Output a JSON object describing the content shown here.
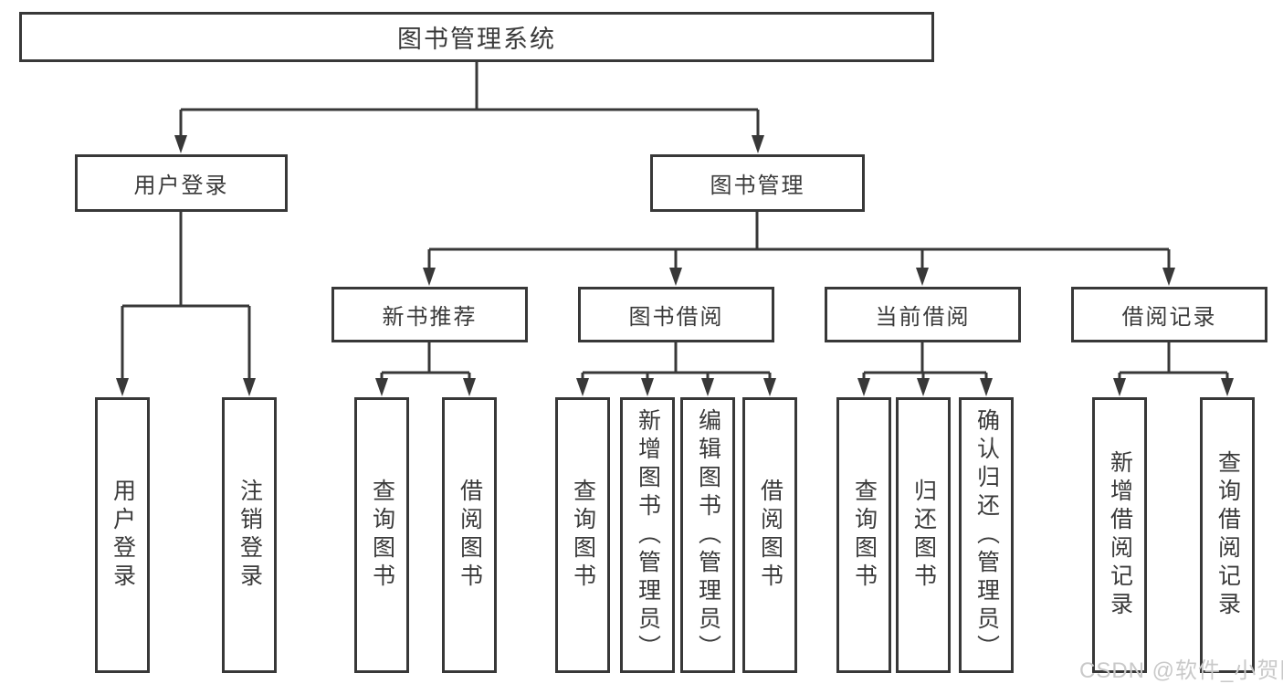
{
  "diagram": {
    "type": "hierarchy-tree",
    "tree": {
      "label": "图书管理系统",
      "children": [
        {
          "label": "用户登录",
          "children": [
            {
              "label": "用户登录"
            },
            {
              "label": "注销登录"
            }
          ]
        },
        {
          "label": "图书管理",
          "children": [
            {
              "label": "新书推荐",
              "children": [
                {
                  "label": "查询图书"
                },
                {
                  "label": "借阅图书"
                }
              ]
            },
            {
              "label": "图书借阅",
              "children": [
                {
                  "label": "查询图书"
                },
                {
                  "label": "新增图书（管理员）"
                },
                {
                  "label": "编辑图书（管理员）"
                },
                {
                  "label": "借阅图书"
                }
              ]
            },
            {
              "label": "当前借阅",
              "children": [
                {
                  "label": "查询图书"
                },
                {
                  "label": "归还图书"
                },
                {
                  "label": "确认归还（管理员）"
                }
              ]
            },
            {
              "label": "借阅记录",
              "children": [
                {
                  "label": "新增借阅记录"
                },
                {
                  "label": "查询借阅记录"
                }
              ]
            }
          ]
        }
      ]
    }
  },
  "watermark": {
    "text": "CSDN @软件_小贺同学"
  },
  "colors": {
    "line": "#383838",
    "text": "#3a3a3a",
    "box_fill": "#ffffff",
    "watermark": "#c9c9c9",
    "background": "#ffffff"
  }
}
